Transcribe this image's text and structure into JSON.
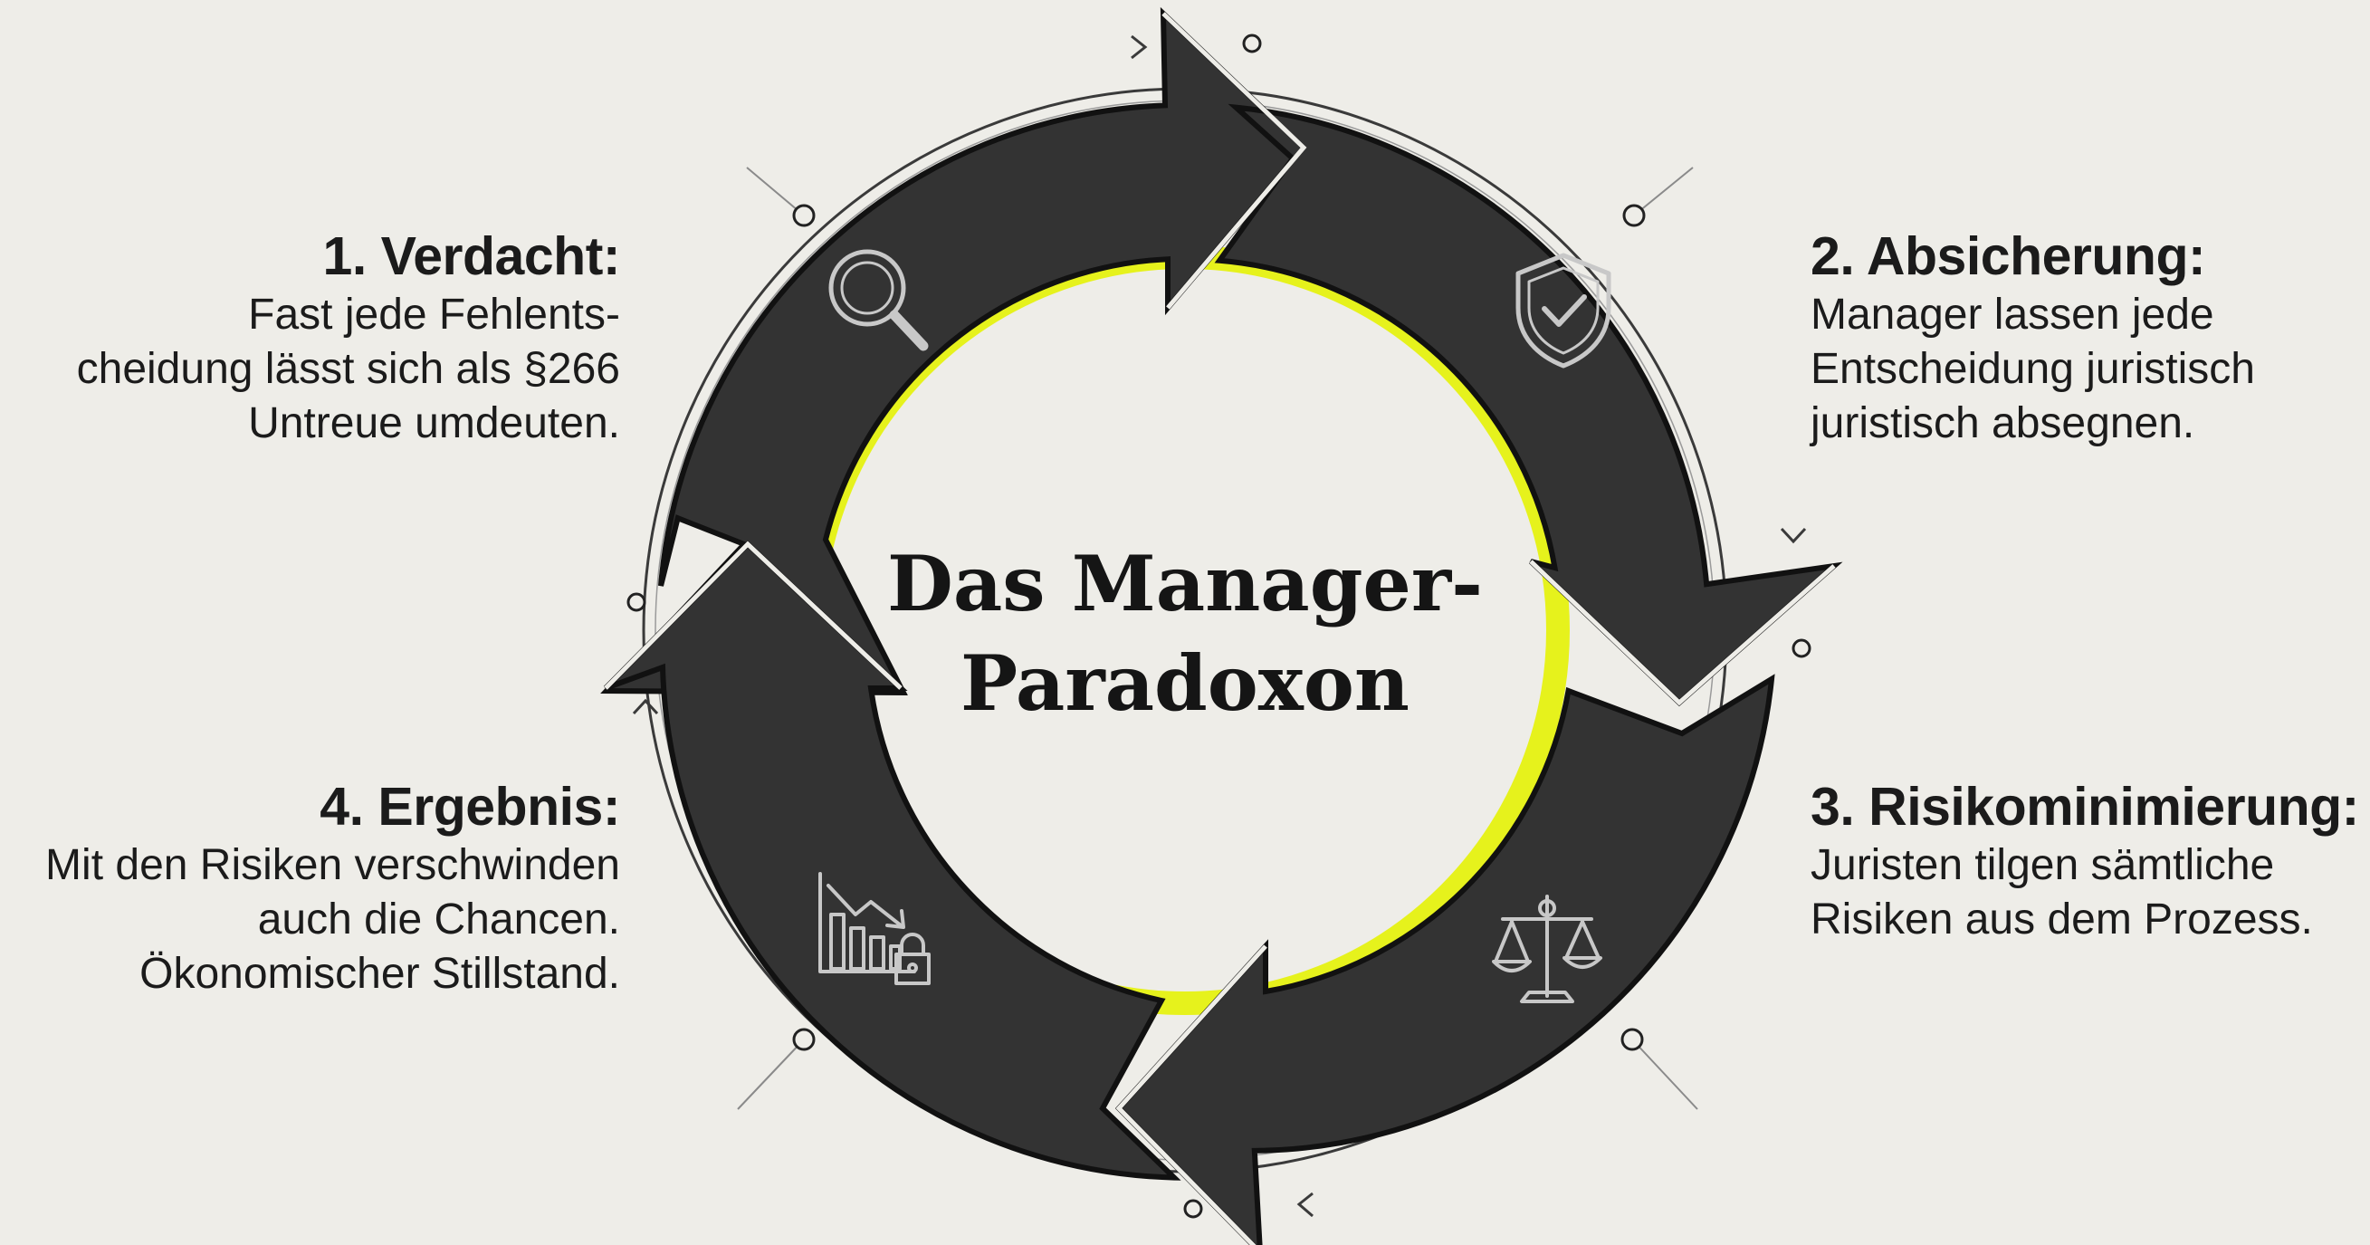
{
  "title": {
    "line1": "Das Manager-",
    "line2": "Paradoxon"
  },
  "colors": {
    "background": "#eeede8",
    "arrow_fill": "#333333",
    "arrow_outline": "#111111",
    "accent_ring": "#e6f21c",
    "text": "#1b1b1b"
  },
  "steps": [
    {
      "heading": "1. Verdacht:",
      "lines": [
        "Fast jede Fehlents-",
        "cheidung lässt sich als §266",
        "Untreue umdeuten."
      ],
      "icon": "magnifier-icon"
    },
    {
      "heading": "2. Absicherung:",
      "lines": [
        "Manager lassen jede",
        "Entscheidung juristisch",
        "juristisch absegnen."
      ],
      "icon": "shield-check-icon"
    },
    {
      "heading": "3. Risikominimierung:",
      "lines": [
        "Juristen tilgen sämtliche",
        "Risiken aus dem Prozess."
      ],
      "icon": "scales-icon"
    },
    {
      "heading": "4. Ergebnis:",
      "lines": [
        "Mit den Risiken verschwinden",
        "auch die Chancen.",
        "Ökonomischer Stillstand."
      ],
      "icon": "declining-chart-lock-icon"
    }
  ]
}
